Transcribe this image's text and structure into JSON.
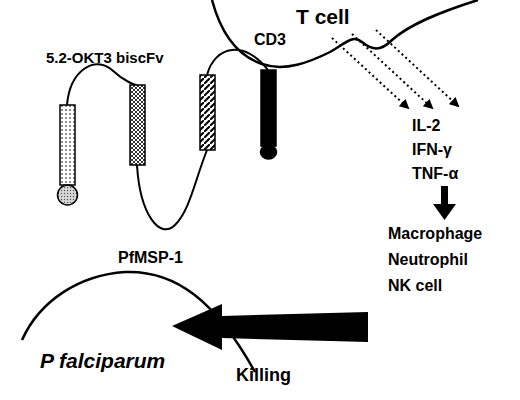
{
  "diagram": {
    "labels": [
      "T cell",
      "CD3",
      "5.2-OKT3 biscFv",
      "IL-2",
      "IFN-γ",
      "TNF-α",
      "PfMSP-1",
      "Macrophage",
      "Neutrophil",
      "NK cell",
      "P falciparum",
      "Killing"
    ]
  }
}
